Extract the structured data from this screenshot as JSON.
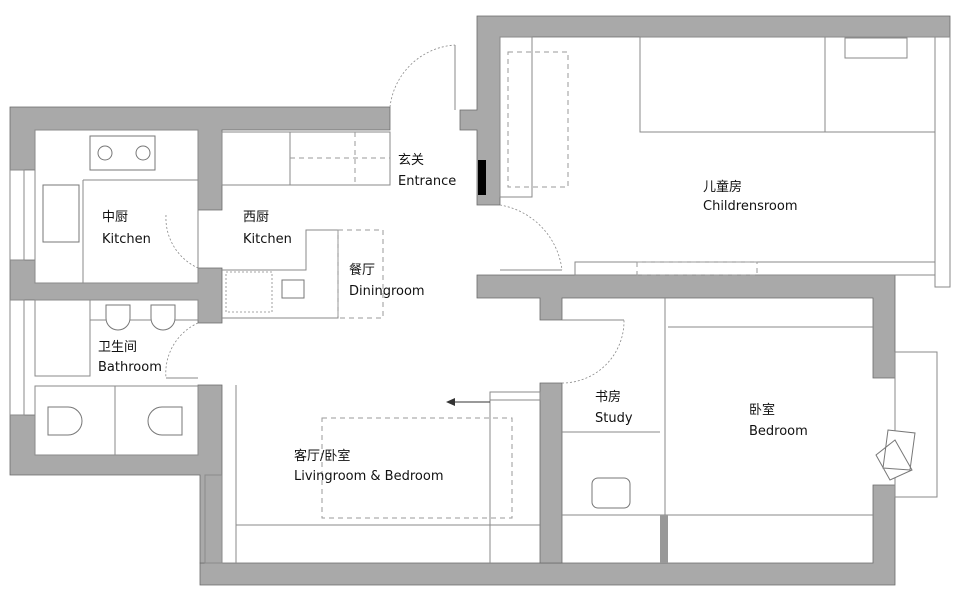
{
  "plan": {
    "rooms": [
      {
        "id": "kitchen-chinese",
        "cn": "中厨",
        "en": "Kitchen"
      },
      {
        "id": "kitchen-western",
        "cn": "西厨",
        "en": "Kitchen"
      },
      {
        "id": "entrance",
        "cn": "玄关",
        "en": "Entrance"
      },
      {
        "id": "diningroom",
        "cn": "餐厅",
        "en": "Diningroom"
      },
      {
        "id": "bathroom",
        "cn": "卫生间",
        "en": "Bathroom"
      },
      {
        "id": "livingroom",
        "cn": "客厅/卧室",
        "en": "Livingroom & Bedroom"
      },
      {
        "id": "childrensroom",
        "cn": "儿童房",
        "en": "Childrensroom"
      },
      {
        "id": "study",
        "cn": "书房",
        "en": "Study"
      },
      {
        "id": "bedroom",
        "cn": "卧室",
        "en": "Bedroom"
      }
    ]
  }
}
